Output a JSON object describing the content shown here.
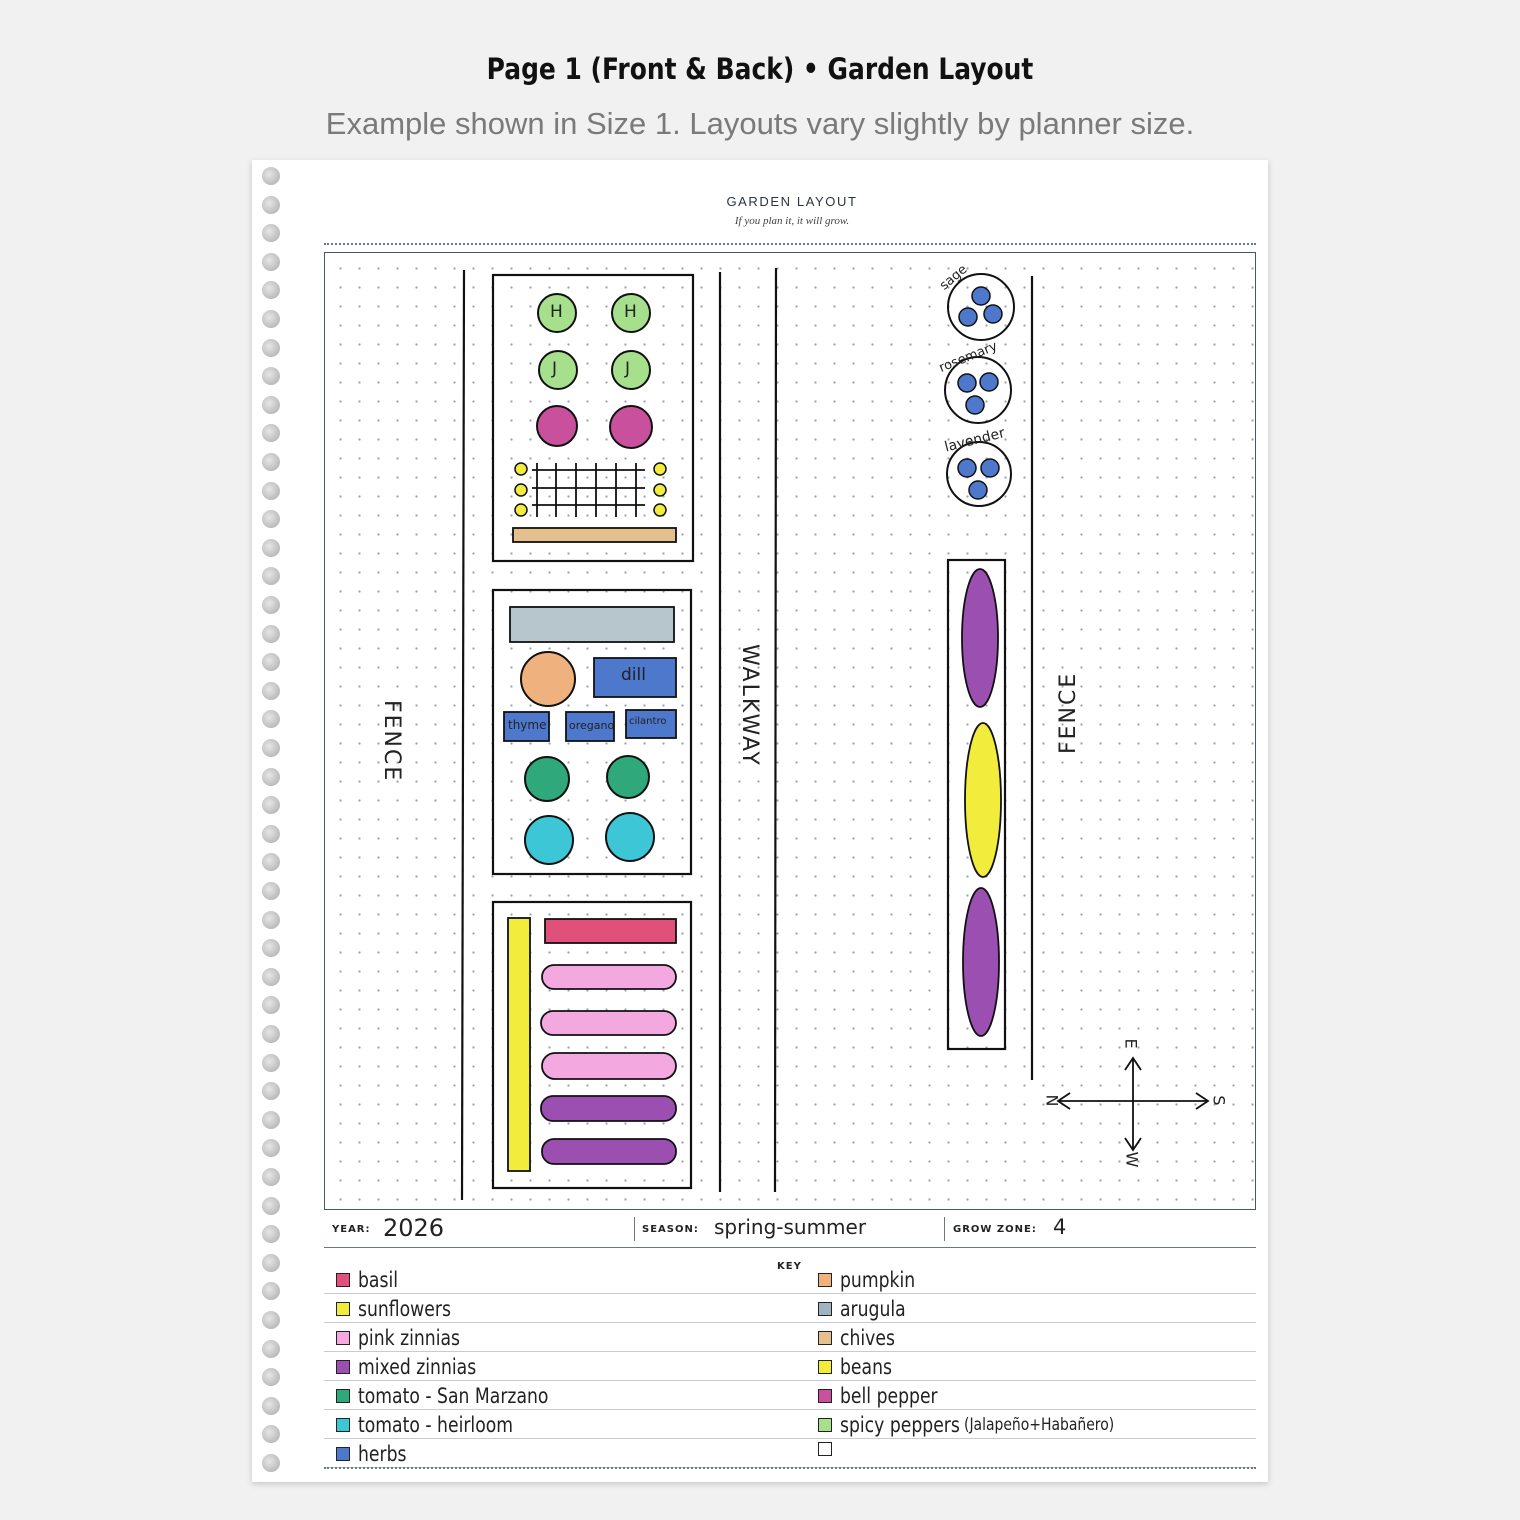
{
  "header": {
    "title": "Page 1 (Front & Back) • Garden Layout",
    "subtitle": "Example shown in Size 1. Layouts vary slightly by planner size."
  },
  "planner": {
    "title": "GARDEN LAYOUT",
    "tagline": "If you plan it, it will grow."
  },
  "plan_labels": {
    "fence_left": "FENCE",
    "walkway": "WALKWAY",
    "fence_right": "FENCE",
    "bed1_h": "H",
    "bed1_j": "J",
    "dill": "dill",
    "thyme": "thyme",
    "oregano": "oregano",
    "cilantro": "cilantro",
    "sage": "sage",
    "rosemary": "rosemary",
    "lavender": "lavender",
    "compass_n": "N",
    "compass_s": "S",
    "compass_e": "E",
    "compass_w": "W"
  },
  "info": {
    "year_label": "YEAR:",
    "year_value": "2026",
    "season_label": "SEASON:",
    "season_value": "spring-summer",
    "zone_label": "GROW ZONE:",
    "zone_value": "4"
  },
  "key": {
    "label": "KEY",
    "left": [
      {
        "text": "basil",
        "color": "#e0507a"
      },
      {
        "text": "sunflowers",
        "color": "#f2ec3c"
      },
      {
        "text": "pink zinnias",
        "color": "#f3a9df"
      },
      {
        "text": "mixed zinnias",
        "color": "#9b4fb0"
      },
      {
        "text": "tomato - San Marzano",
        "color": "#2fa87c"
      },
      {
        "text": "tomato - heirloom",
        "color": "#3cc6d6"
      },
      {
        "text": "herbs",
        "color": "#4d78cc"
      }
    ],
    "right": [
      {
        "text": "pumpkin",
        "color": "#efb27e"
      },
      {
        "text": "arugula",
        "color": "#9fb4c0"
      },
      {
        "text": "chives",
        "color": "#e5c08f"
      },
      {
        "text": "beans",
        "color": "#f2ec3c"
      },
      {
        "text": "bell pepper",
        "color": "#c9509c"
      },
      {
        "text": "spicy peppers",
        "note": "(Jalapeño+Habañero)",
        "color": "#a6e08c"
      },
      {
        "text": "",
        "color": "#ffffff"
      }
    ]
  }
}
